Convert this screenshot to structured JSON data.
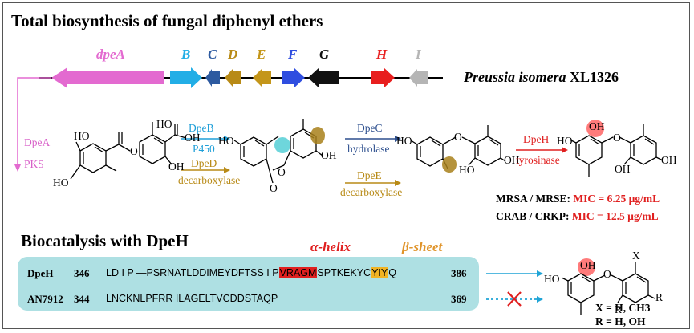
{
  "title": "Total biosynthesis of fungal diphenyl ethers",
  "organism": {
    "genus": "Preussia isomera",
    "strain": "XL1326"
  },
  "genes": [
    {
      "label": "dpeA",
      "color": "#e36ad0"
    },
    {
      "label": "B",
      "color": "#22aee6"
    },
    {
      "label": "C",
      "color": "#2d5aa0"
    },
    {
      "label": "D",
      "color": "#b88a16"
    },
    {
      "label": "E",
      "color": "#c4961a"
    },
    {
      "label": "F",
      "color": "#2f4ee0"
    },
    {
      "label": "G",
      "color": "#111111"
    },
    {
      "label": "H",
      "color": "#e81e1e"
    },
    {
      "label": "I",
      "color": "#b5b5b5"
    }
  ],
  "steps": {
    "dpeA": {
      "enzyme": "DpeA",
      "type": "PKS",
      "color": "#d85ec8"
    },
    "dpeB": {
      "enzyme": "DpeB",
      "type": "P450",
      "color": "#1f9fd8"
    },
    "dpeD": {
      "enzyme": "DpeD",
      "type": "decarboxylase",
      "color": "#b88a16"
    },
    "dpeC": {
      "enzyme": "DpeC",
      "type": "hydrolase",
      "color": "#2d4f8e"
    },
    "dpeE": {
      "enzyme": "DpeE",
      "type": "decarboxylase",
      "color": "#b88a16"
    },
    "dpeH": {
      "enzyme": "DpeH",
      "type": "tyrosinase",
      "color": "#e02020"
    }
  },
  "mic": [
    {
      "label": "MRSA / MRSE: ",
      "value": "MIC = 6.25 µg/mL"
    },
    {
      "label": "CRAB / CRKP: ",
      "value": "MIC = 12.5 µg/mL"
    }
  ],
  "biocatalysis": {
    "title": "Biocatalysis with DpeH",
    "helix_label": "α-helix",
    "sheet_label": "β-sheet",
    "rows": [
      {
        "name": "DpeH",
        "start": "346",
        "seq_a": "LD I P —PSRNATLDDIMEYDFTSS I P",
        "helix": "VRAGM",
        "seq_b": "SPTKEKYC",
        "sheet": "YIY",
        "seq_c": "Q",
        "end": "386"
      },
      {
        "name": "AN7912",
        "start": "344",
        "seq_a": "LNCKNLPFRR ILAGELTVCDDSTAQP",
        "end": "369"
      }
    ],
    "product_subst": [
      "X = H, CH3",
      "R = H, OH"
    ],
    "atom_labels": {
      "oh": "OH",
      "x": "X",
      "r": "R"
    }
  },
  "atoms": {
    "oh": "OH",
    "ho": "HO",
    "o": "O"
  }
}
